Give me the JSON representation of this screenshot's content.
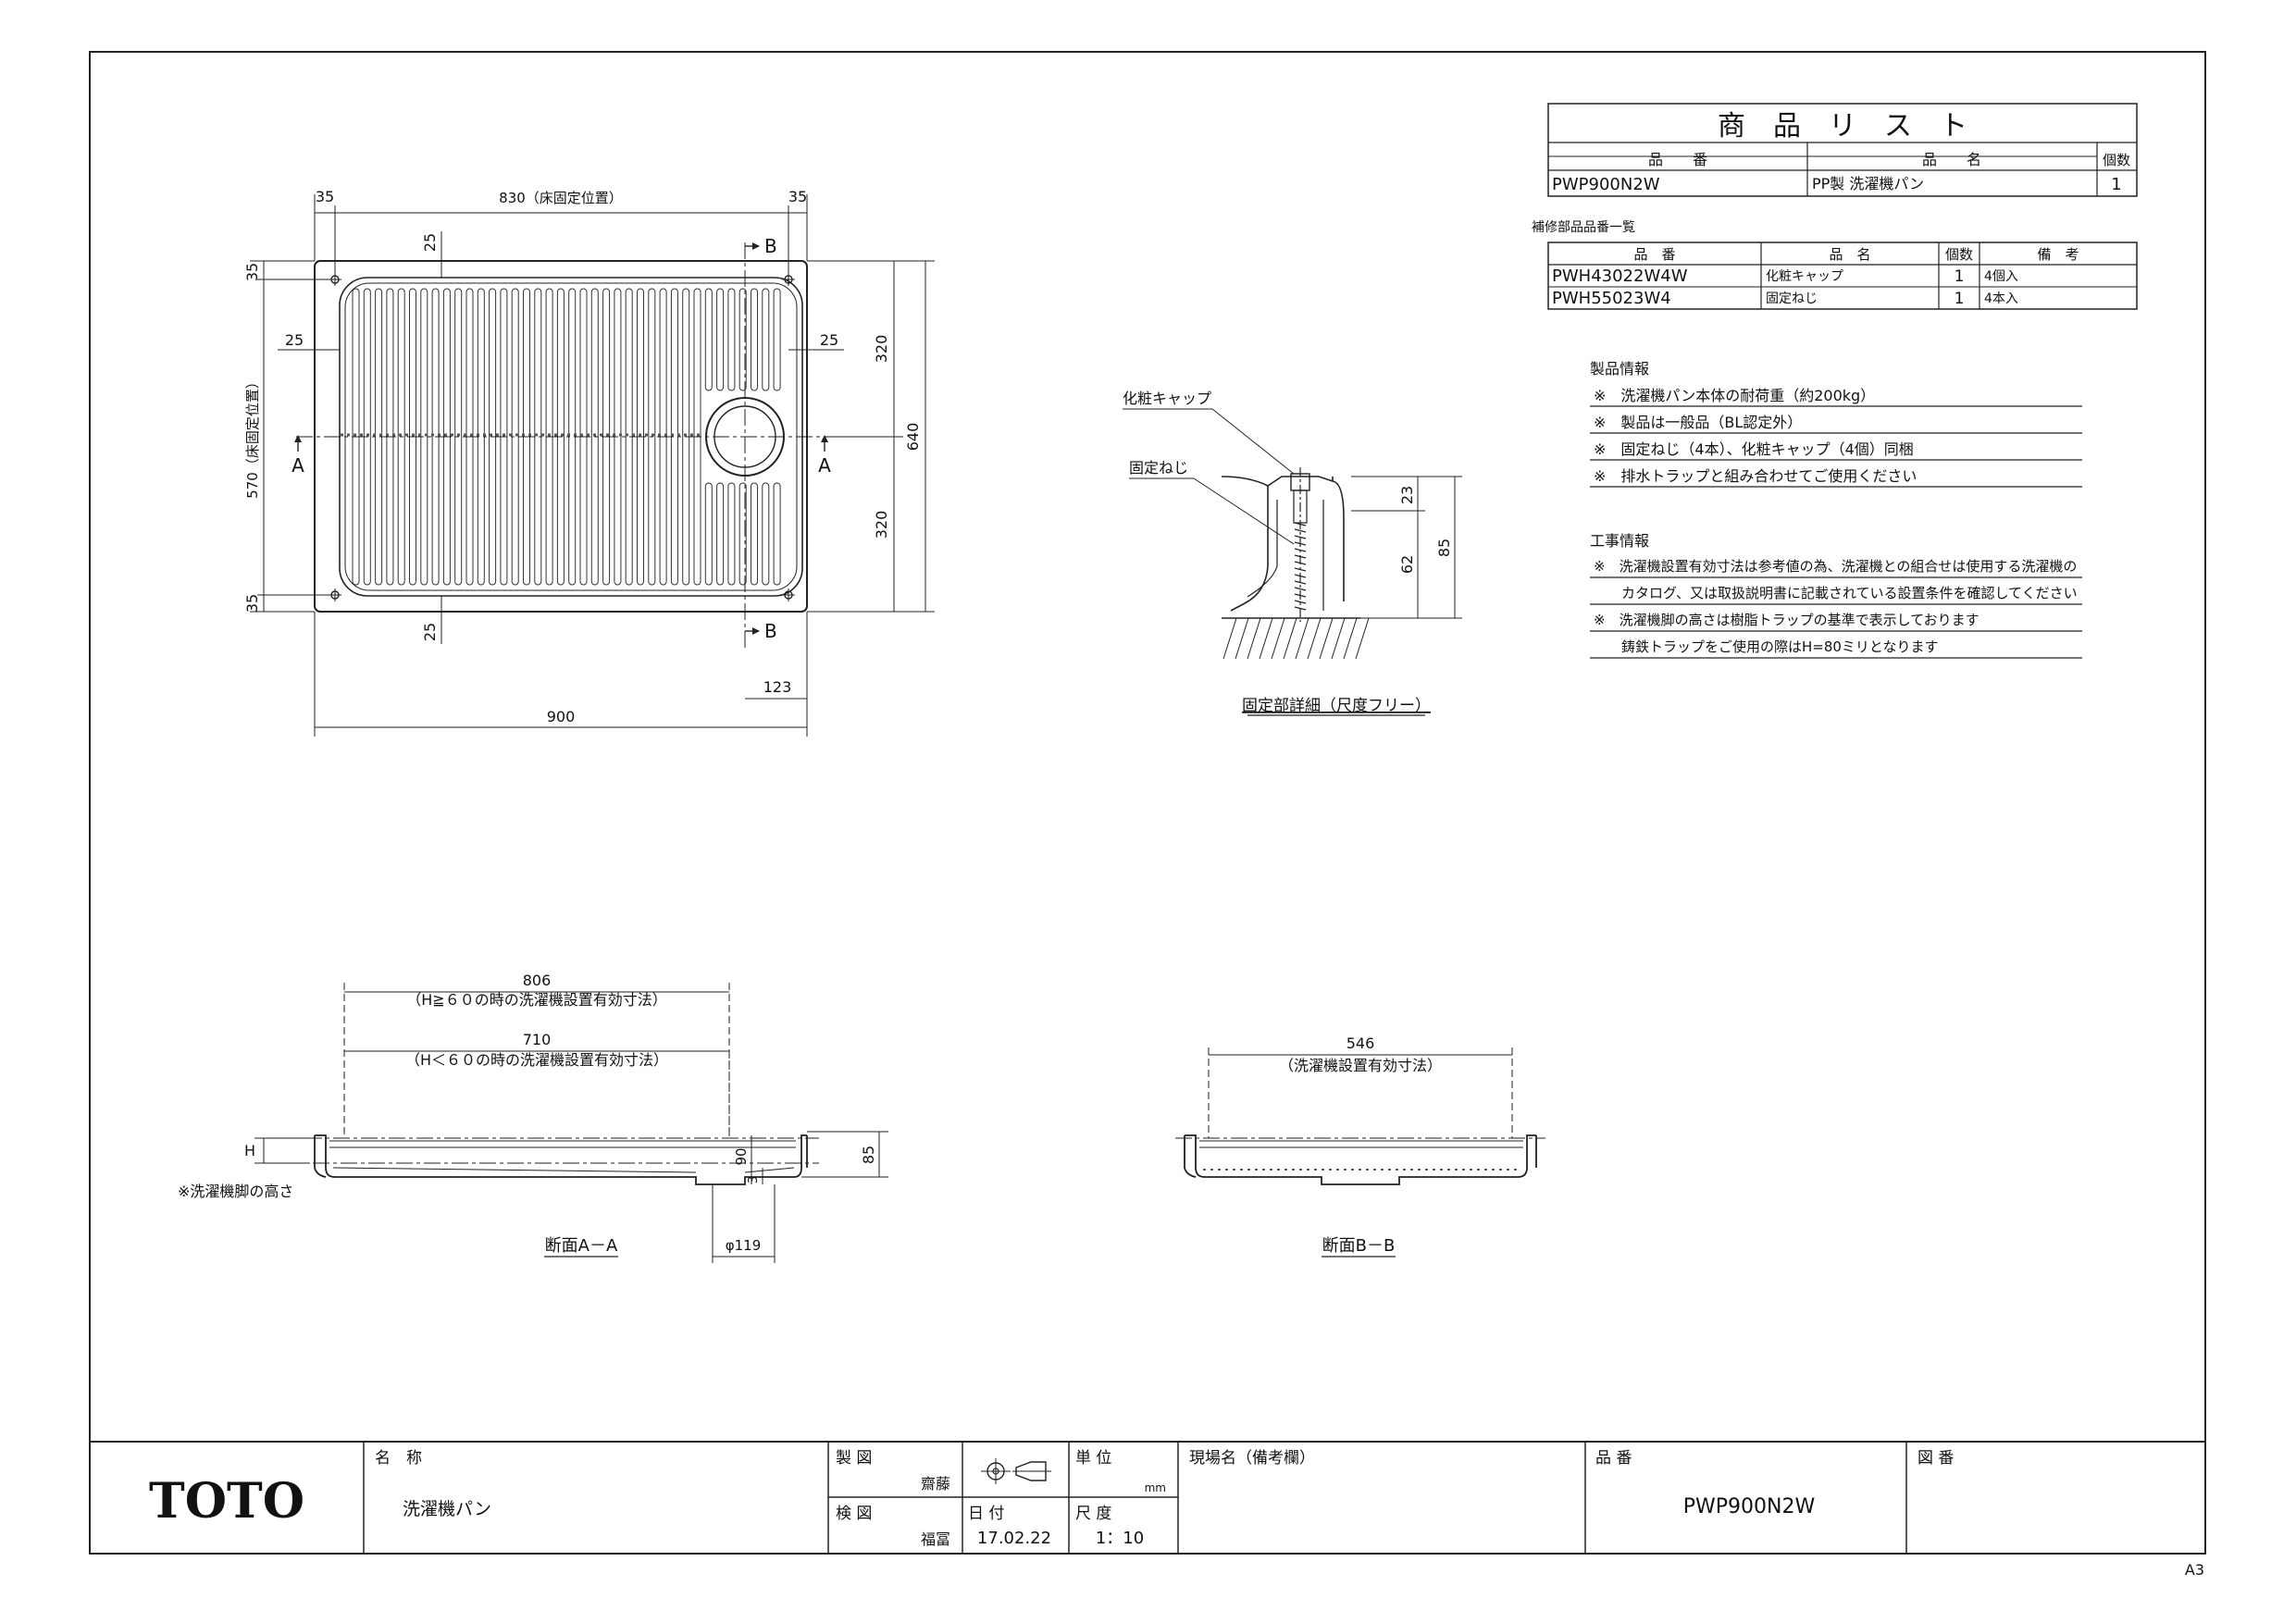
{
  "product_list": {
    "title": "商　品　リ　ス　ト",
    "headers": {
      "part_no": "品　　番",
      "name": "品　　名",
      "qty": "個数"
    },
    "rows": [
      {
        "part_no": "PWP900N2W",
        "name": "PP製 洗濯機パン",
        "qty": "1"
      }
    ]
  },
  "repair_parts": {
    "title": "補修部品品番一覧",
    "headers": {
      "part_no": "品　番",
      "name": "品　名",
      "qty": "個数",
      "note": "備　考"
    },
    "rows": [
      {
        "part_no": "PWH43022W4W",
        "name": "化粧キャップ",
        "qty": "1",
        "note": "4個入"
      },
      {
        "part_no": "PWH55023W4",
        "name": "固定ねじ",
        "qty": "1",
        "note": "4本入"
      }
    ]
  },
  "product_info": {
    "title": "製品情報",
    "items": [
      "※　洗濯機パン本体の耐荷重（約200kg）",
      "※　製品は一般品（BL認定外）",
      "※　固定ねじ（4本）、化粧キャップ（4個）同梱",
      "※　排水トラップと組み合わせてご使用ください"
    ]
  },
  "construction_info": {
    "title": "工事情報",
    "items": [
      "※　洗濯機設置有効寸法は参考値の為、洗濯機との組合せは使用する洗濯機の",
      "　　カタログ、又は取扱説明書に記載されている設置条件を確認してください",
      "※　洗濯機脚の高さは樹脂トラップの基準で表示しております",
      "　　鋳鉄トラップをご使用の際はH=80ミリとなります"
    ]
  },
  "plan_view": {
    "dim_top_left": "35",
    "dim_top_mid": "830（床固定位置）",
    "dim_top_right": "35",
    "dim_left_top": "35",
    "dim_left_mid": "570（床固定位置）",
    "dim_left_bottom": "35",
    "dim_right_top": "320",
    "dim_right_overall": "640",
    "dim_right_bottom": "320",
    "dim_inner_top": "25",
    "dim_inner_bottom": "25",
    "dim_inner_left": "25",
    "dim_inner_right": "25",
    "dim_drain": "123",
    "dim_overall_width": "900",
    "section_a": "A",
    "section_b": "B"
  },
  "detail_view": {
    "label_cap": "化粧キャップ",
    "label_screw": "固定ねじ",
    "dim_23": "23",
    "dim_62": "62",
    "dim_85": "85",
    "caption": "固定部詳細（尺度フリー）"
  },
  "section_aa": {
    "dim_806": "806",
    "note_806": "（H≧６０の時の洗濯機設置有効寸法）",
    "dim_710": "710",
    "note_710": "（H＜６０の時の洗濯機設置有効寸法）",
    "dim_h": "H",
    "dim_90": "90",
    "dim_3": "3",
    "dim_85": "85",
    "dim_phi": "φ119",
    "note_h": "※洗濯機脚の高さ",
    "caption": "断面A－A"
  },
  "section_bb": {
    "dim_546": "546",
    "note_546": "（洗濯機設置有効寸法）",
    "caption": "断面B－B"
  },
  "title_block": {
    "logo": "TOTO",
    "name_label": "名　称",
    "name_value": "洗濯機パン",
    "drawn_label": "製 図",
    "drawn_by": "齋藤",
    "checked_label": "検 図",
    "checked_by": "福冨",
    "unit_label": "単 位",
    "unit_value": "mm",
    "date_label": "日 付",
    "date_value": "17.02.22",
    "scale_label": "尺 度",
    "scale_value": "1：10",
    "site_label": "現場名（備考欄）",
    "part_label": "品 番",
    "part_value": "PWP900N2W",
    "drawing_no_label": "図 番",
    "sheet_size": "A3"
  }
}
